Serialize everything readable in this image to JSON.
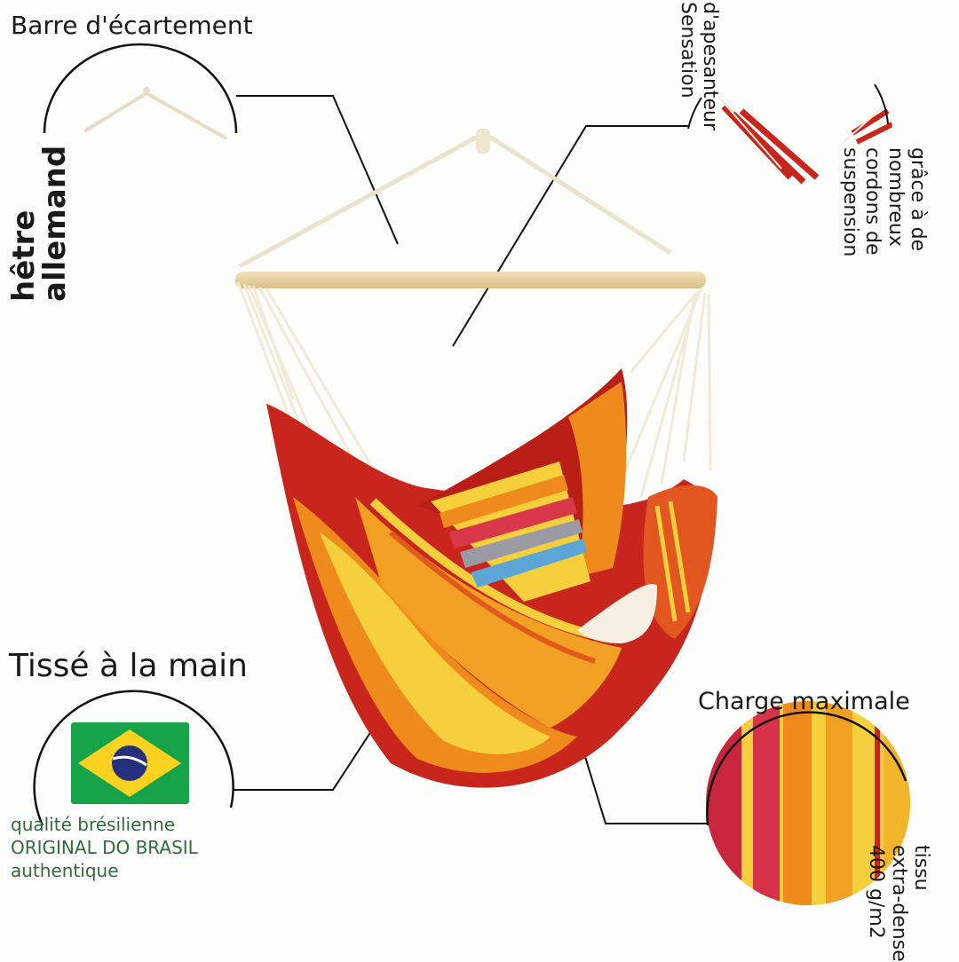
{
  "labels": {
    "barre": "Barre d'écartement",
    "hetre_line1": "hêtre",
    "hetre_line2": "allemand",
    "sensation_line1": "Sensation",
    "sensation_line2": "d'apesanteur",
    "cordons": [
      "grâce à de",
      "nombreux",
      "cordons de",
      "suspension"
    ],
    "tisse": "Tissé à la main",
    "charge": "Charge maximale",
    "tissu": [
      "tissu",
      "extra-dense",
      "400 g/m2"
    ]
  },
  "brazil_badge": {
    "lines": [
      "qualité brésilienne",
      "ORIGINAL DO BRASIL",
      "authentique"
    ]
  },
  "colors": {
    "stripe_red": "#c8261c",
    "stripe_orange": "#ef8a1c",
    "stripe_yellow": "#f6cf3c",
    "cord": "#f4ecd8",
    "wood": "#e9d6a8",
    "brazil_green": "#16a34a",
    "brazil_yellow": "#fbd21f",
    "brazil_blue": "#27307c",
    "text_green": "#2f6b3b"
  }
}
